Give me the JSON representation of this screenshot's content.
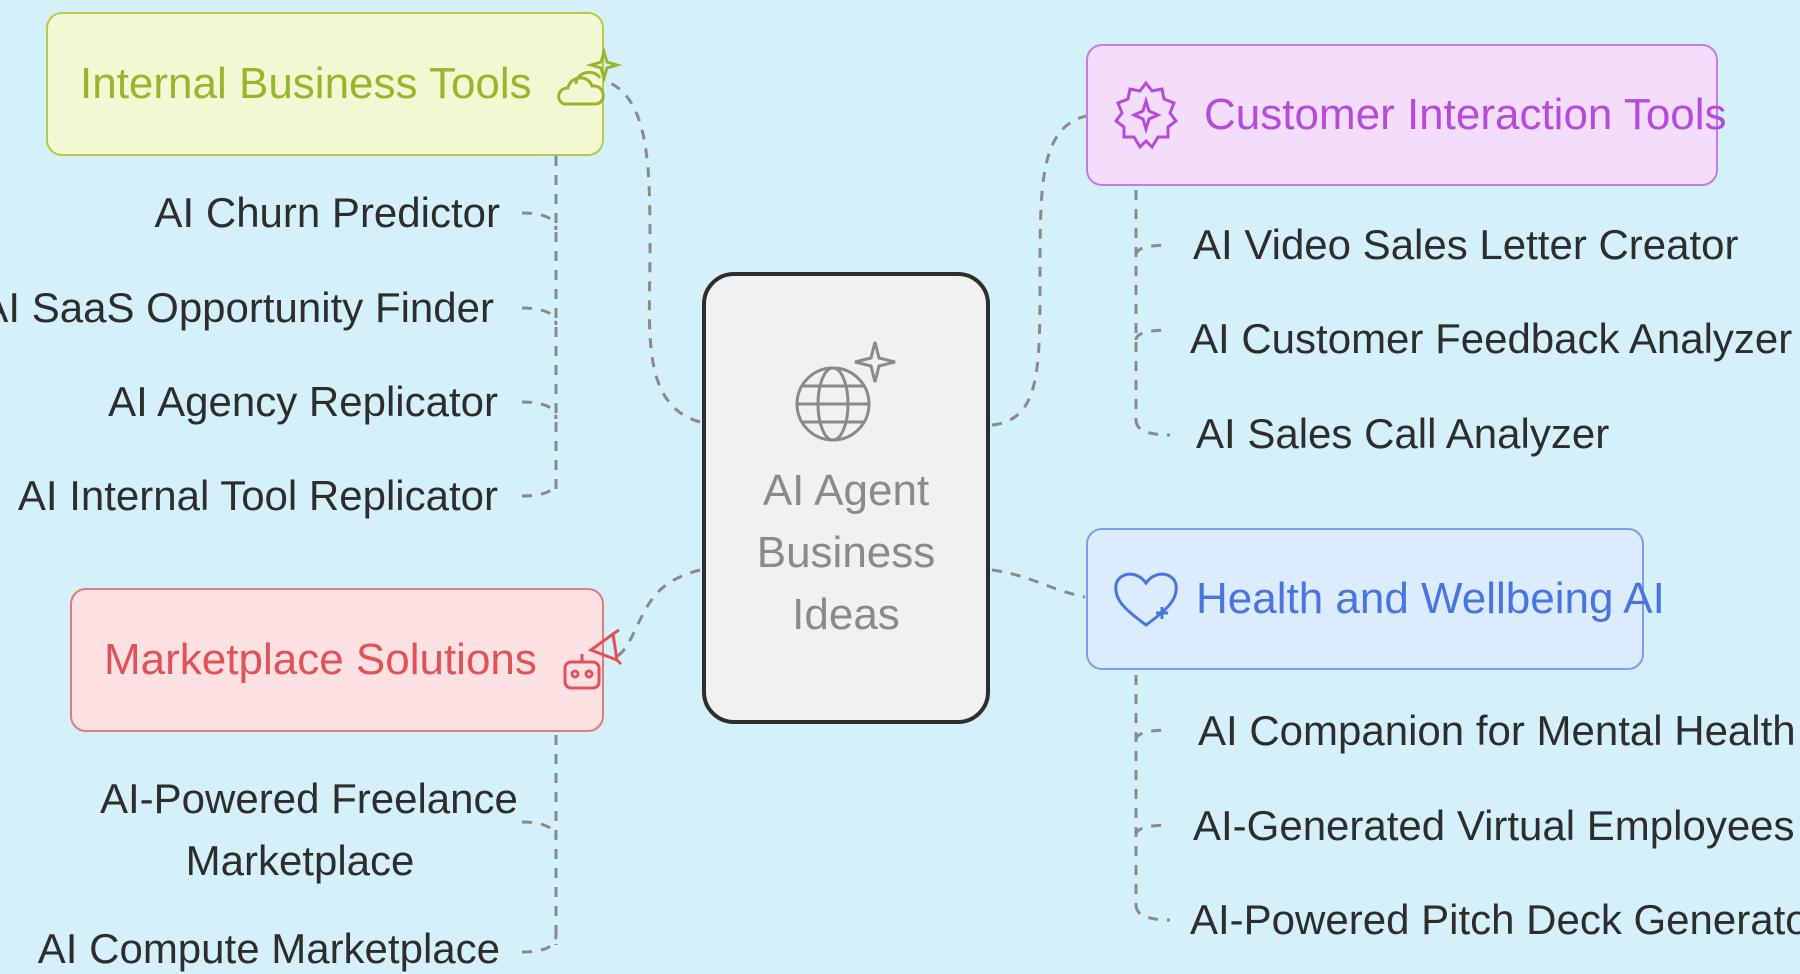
{
  "center": {
    "title_lines": [
      "AI Agent",
      "Business",
      "Ideas"
    ],
    "icon": "globe-sparkle-icon"
  },
  "branches": {
    "internal": {
      "title": "Internal Business Tools",
      "icon": "weather-sparkle-icon",
      "color": "#9ab52c",
      "items": [
        "AI Churn Predictor",
        "AI SaaS Opportunity Finder",
        "AI Agency Replicator",
        "AI Internal Tool Replicator"
      ]
    },
    "marketplace": {
      "title": "Marketplace Solutions",
      "icon": "robot-megaphone-icon",
      "color": "#e05258",
      "items": [
        "AI-Powered Freelance",
        "Marketplace",
        "AI Compute Marketplace"
      ]
    },
    "customer": {
      "title": "Customer Interaction Tools",
      "icon": "gear-sparkle-icon",
      "color": "#b54bdc",
      "items": [
        "AI Video Sales Letter Creator",
        "AI Customer Feedback Analyzer",
        "AI Sales Call Analyzer"
      ]
    },
    "health": {
      "title": "Health and Wellbeing AI",
      "icon": "heart-plus-icon",
      "color": "#4a74e0",
      "items": [
        "AI Companion for Mental Health",
        "AI-Generated Virtual Employees",
        "AI-Powered Pitch Deck Generator"
      ]
    }
  }
}
